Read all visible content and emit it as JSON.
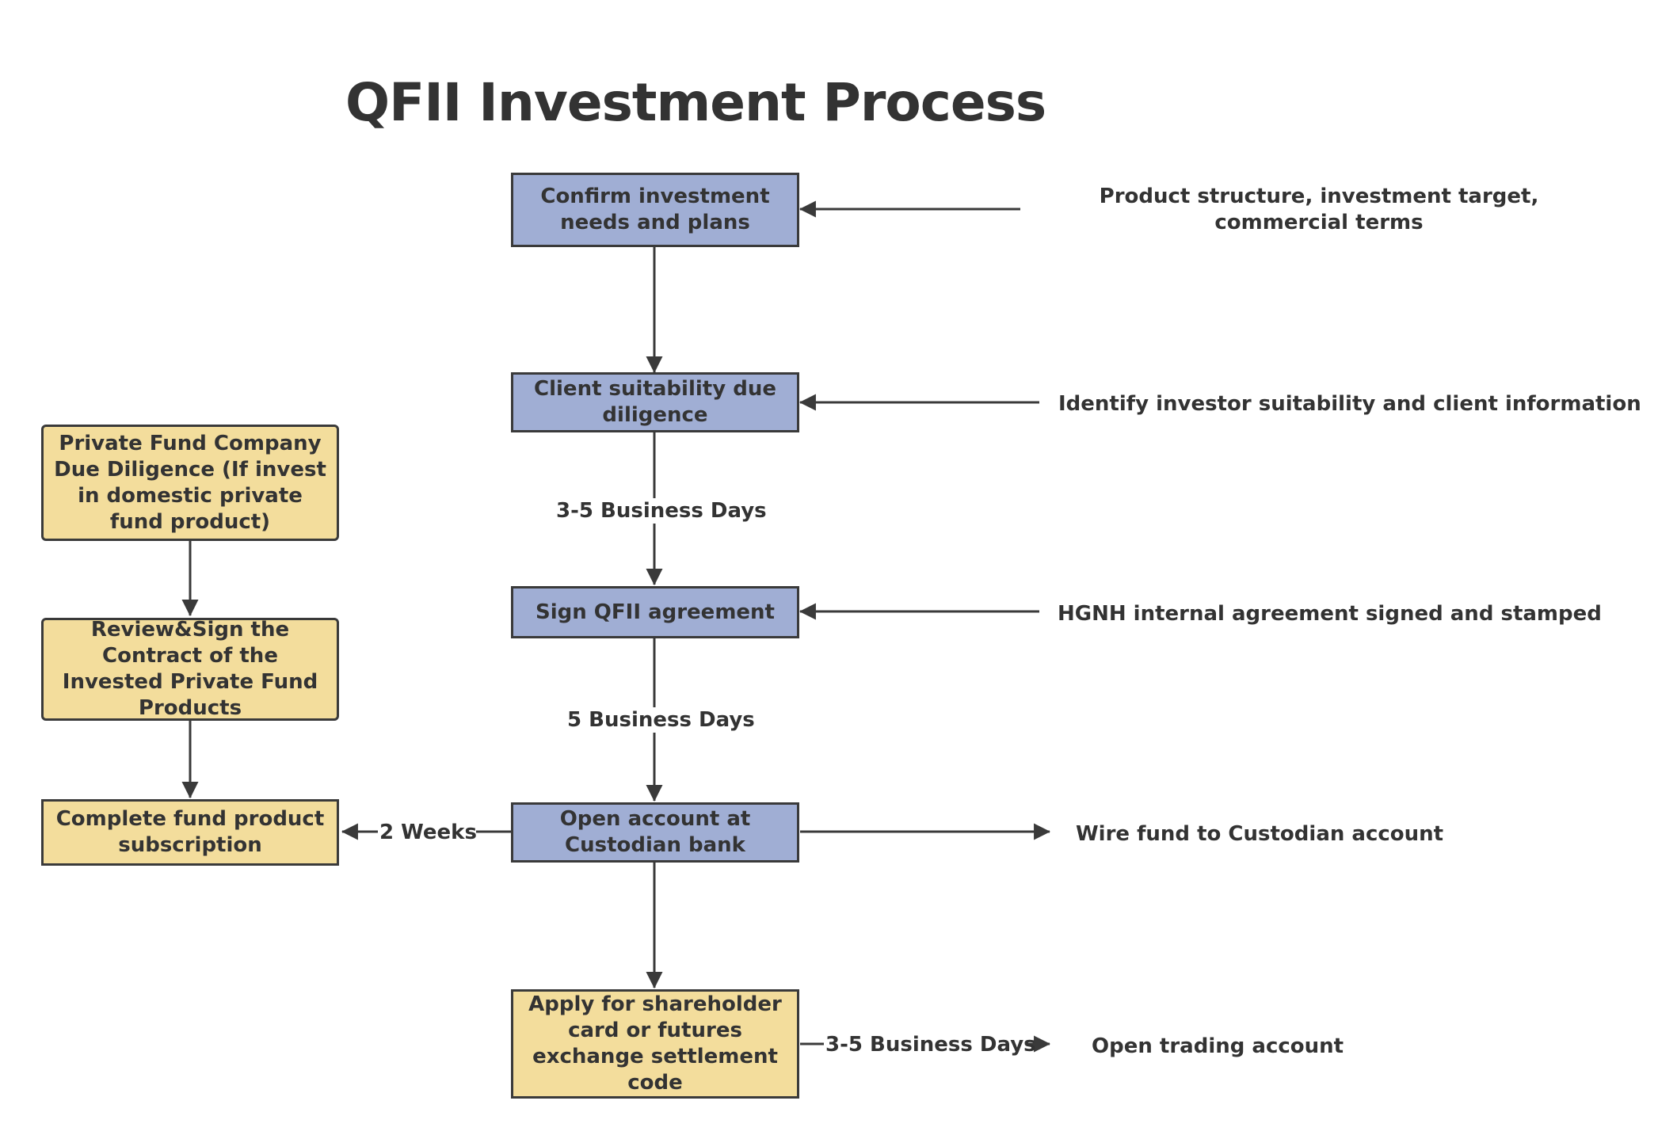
{
  "title": "QFII Investment Process",
  "colors": {
    "process_box": "#a0aed4",
    "side_box": "#f3dd9c",
    "line": "#3a3a3a",
    "text": "#333333"
  },
  "main_steps": [
    {
      "label": "Confirm investment needs and plans"
    },
    {
      "label": "Client suitability due diligence"
    },
    {
      "label": "Sign QFII agreement"
    },
    {
      "label": "Open account at Custodian bank"
    },
    {
      "label": "Apply for shareholder card or futures exchange settlement code"
    }
  ],
  "side_steps": [
    {
      "label": "Private Fund Company Due Diligence (If invest in domestic private fund product)"
    },
    {
      "label": "Review&Sign the Contract of the Invested Private Fund Products"
    },
    {
      "label": "Complete fund product subscription"
    }
  ],
  "notes": [
    {
      "label": "Product structure, investment target, commercial terms"
    },
    {
      "label": "Identify investor suitability and client information"
    },
    {
      "label": "HGNH internal agreement signed and stamped"
    },
    {
      "label": "Wire fund to Custodian account"
    },
    {
      "label": "Open trading account"
    }
  ],
  "edge_labels": {
    "due_diligence_to_sign": "3-5 Business Days",
    "sign_to_open_account": "5 Business Days",
    "open_account_to_subscription": "2 Weeks",
    "apply_to_trading": "3-5 Business Days"
  }
}
